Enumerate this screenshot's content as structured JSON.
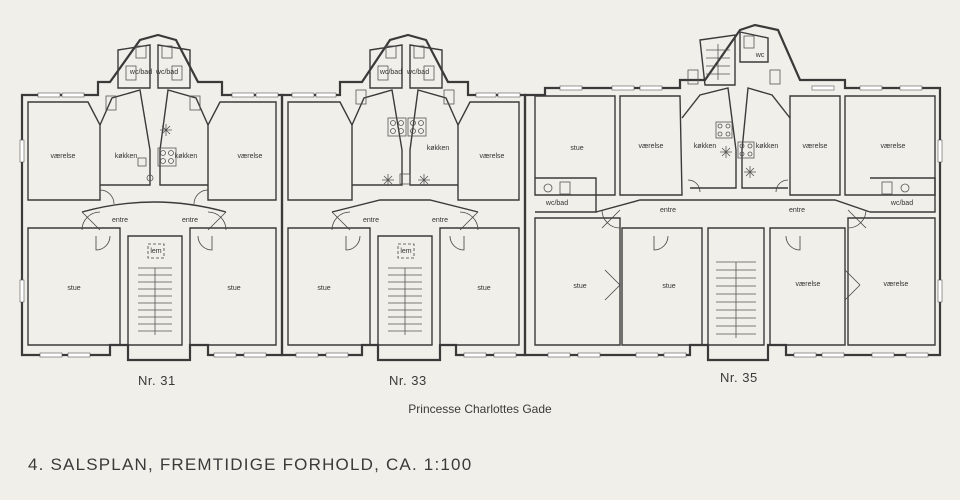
{
  "title": "4. SALSPLAN, FREMTIDIGE FORHOLD, CA. 1:100",
  "street": "Princesse Charlottes Gade",
  "buildings": [
    {
      "number": "Nr. 31",
      "rooms": [
        "værelse",
        "køkken",
        "køkken",
        "værelse",
        "wc/bad",
        "wc/bad",
        "entre",
        "entre",
        "lem",
        "stue",
        "stue"
      ]
    },
    {
      "number": "Nr. 33",
      "rooms": [
        "wc/bad",
        "wc/bad",
        "køkken",
        "værelse",
        "entre",
        "entre",
        "lem",
        "stue",
        "stue"
      ]
    },
    {
      "number": "Nr. 35",
      "rooms": [
        "stue",
        "værelse",
        "køkken",
        "køkken",
        "værelse",
        "værelse",
        "wc",
        "wc/bad",
        "wc/bad",
        "entre",
        "entre",
        "stue",
        "stue",
        "værelse",
        "værelse"
      ]
    }
  ]
}
